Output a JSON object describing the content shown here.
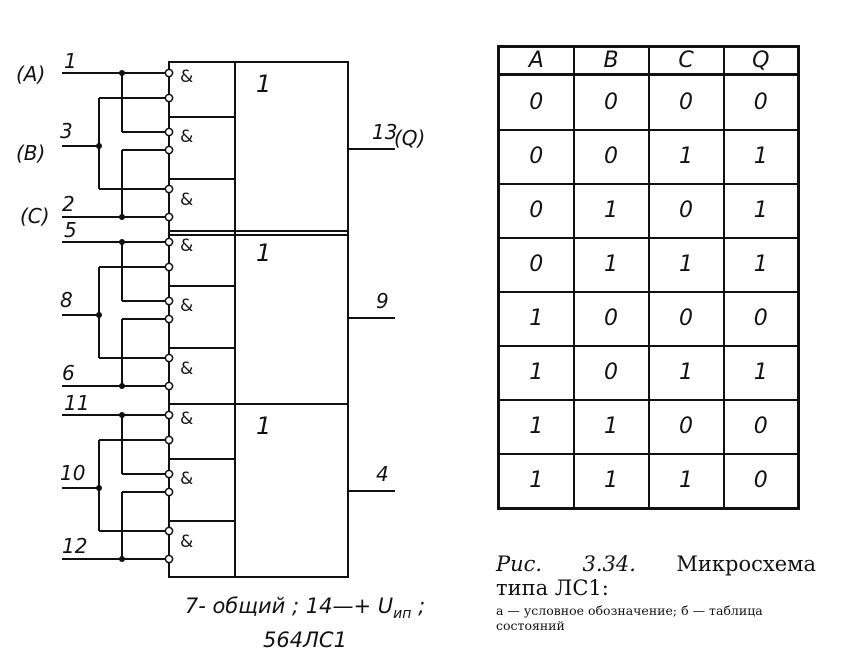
{
  "schematic": {
    "and_symbol": "&",
    "or_symbol": "1",
    "in_a_label": "(A)",
    "in_b_label": "(B)",
    "in_c_label": "(C)",
    "out_q_label": "(Q)",
    "pins": {
      "a1": "1",
      "b1": "3",
      "c1": "2",
      "a2": "5",
      "b2": "8",
      "c2": "6",
      "a3": "11",
      "b3": "10",
      "c3": "12",
      "out1": "13",
      "out2": "9",
      "out3": "4"
    }
  },
  "footnote": {
    "line1_prefix": "7- общий ; 14—+ U",
    "line1_sub": "ип",
    "line1_suffix": " ;",
    "line2": "564ЛС1"
  },
  "truth_table": {
    "headers": [
      "A",
      "B",
      "C",
      "Q"
    ],
    "rows": [
      [
        "0",
        "0",
        "0",
        "0"
      ],
      [
        "0",
        "0",
        "1",
        "1"
      ],
      [
        "0",
        "1",
        "0",
        "1"
      ],
      [
        "0",
        "1",
        "1",
        "1"
      ],
      [
        "1",
        "0",
        "0",
        "0"
      ],
      [
        "1",
        "0",
        "1",
        "1"
      ],
      [
        "1",
        "1",
        "0",
        "0"
      ],
      [
        "1",
        "1",
        "1",
        "0"
      ]
    ]
  },
  "caption": {
    "fig_word": "Рис.",
    "fig_number": "3.34.",
    "title_word": "Микросхема",
    "title_line2": "типа ЛС1:",
    "description": "а — условное обозначение; б — таблица состояний"
  }
}
